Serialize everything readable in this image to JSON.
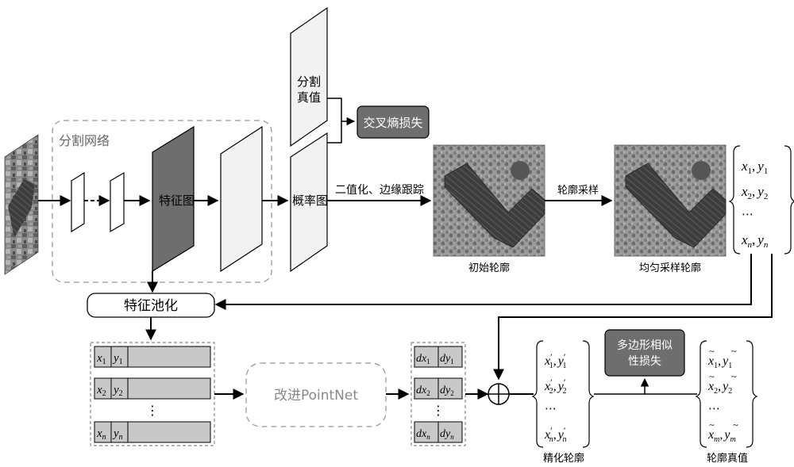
{
  "segmentation_network": {
    "title": "分割网络"
  },
  "feature_map": {
    "label": "特征图"
  },
  "prob_map": {
    "label": "概率图"
  },
  "ground_truth": {
    "line1": "分割",
    "line2": "真值"
  },
  "ce_loss": {
    "label": "交叉熵损失"
  },
  "binarize": {
    "label": "二值化、边缘跟踪"
  },
  "contour_sampling": {
    "label": "轮廓采样"
  },
  "initial_contour": {
    "caption": "初始轮廓"
  },
  "uniform_contour": {
    "caption": "均匀采样轮廓"
  },
  "feature_pooling": {
    "label": "特征池化"
  },
  "pointnet": {
    "label": "改进PointNet"
  },
  "poly_loss": {
    "line1": "多边形相似",
    "line2": "性损失"
  },
  "refined_contour": {
    "caption": "精化轮廓"
  },
  "gt_contour": {
    "caption": "轮廓真值"
  },
  "ellipsis": "⋯",
  "vdots": "⋮",
  "comma": ",",
  "plus_symbol": "⊕",
  "vars": {
    "x": "x",
    "y": "y",
    "dx": "dx",
    "dy": "dy",
    "sub1": "1",
    "sub2": "2",
    "subn": "n",
    "subm": "m",
    "prime": "′",
    "tilde": "~"
  },
  "colors": {
    "dark_fill": "#6e6e6e",
    "light_fill": "#f2f2f2",
    "cell_fill": "#c8c8c8",
    "line": "#000000",
    "dashed": "#999999"
  },
  "icons": [
    "aerial-image-thumbnail",
    "building-contour-image",
    "plus-circle-icon"
  ]
}
